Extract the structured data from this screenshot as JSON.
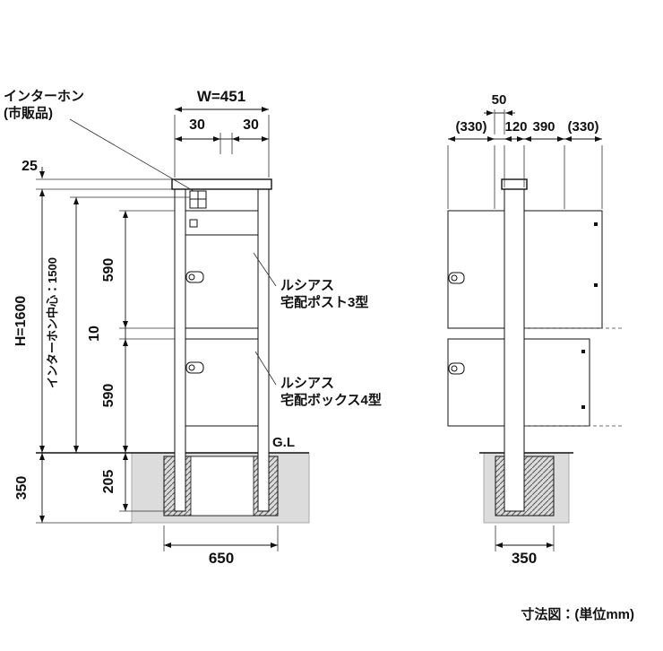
{
  "caption": "寸法図：(単位mm)",
  "colors": {
    "line": "#111111",
    "foundation_fill": "#dcdcdc",
    "background": "#ffffff"
  },
  "front_view": {
    "annotations": {
      "intercom_label_1": "インターホン",
      "intercom_label_2": "(市販品)",
      "post_label_1": "ルシアス",
      "post_label_2": "宅配ポスト3型",
      "box_label_1": "ルシアス",
      "box_label_2": "宅配ボックス4型",
      "ground_level": "G.L"
    },
    "dimensions": {
      "overall_width": "W=451",
      "left_margin": "30",
      "right_margin": "30",
      "top_offset": "25",
      "overall_height": "H=1600",
      "intercom_center": "インターホン中心：1500",
      "upper_unit_height": "590",
      "unit_gap": "10",
      "lower_unit_height": "590",
      "embed_depth": "205",
      "foundation_height": "350",
      "foundation_width": "650"
    }
  },
  "side_view": {
    "dimensions": {
      "post_offset": "50",
      "rear_depth": "(330)",
      "post_depth": "120",
      "front_depth": "390",
      "front_projection": "(330)",
      "foundation_width": "350"
    }
  }
}
